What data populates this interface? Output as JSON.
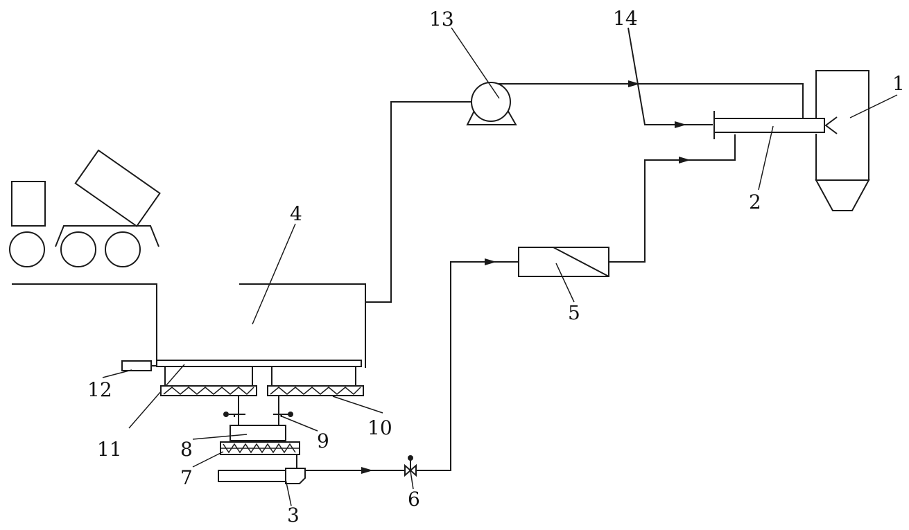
{
  "labels": {
    "c1": "1",
    "c2": "2",
    "c3": "3",
    "c4": "4",
    "c5": "5",
    "c6": "6",
    "c7": "7",
    "c8": "8",
    "c9": "9",
    "c10": "10",
    "c11": "11",
    "c12": "12",
    "c13": "13",
    "c14": "14"
  },
  "colors": {
    "stroke": "#1a1a1a",
    "background": "#ffffff"
  }
}
